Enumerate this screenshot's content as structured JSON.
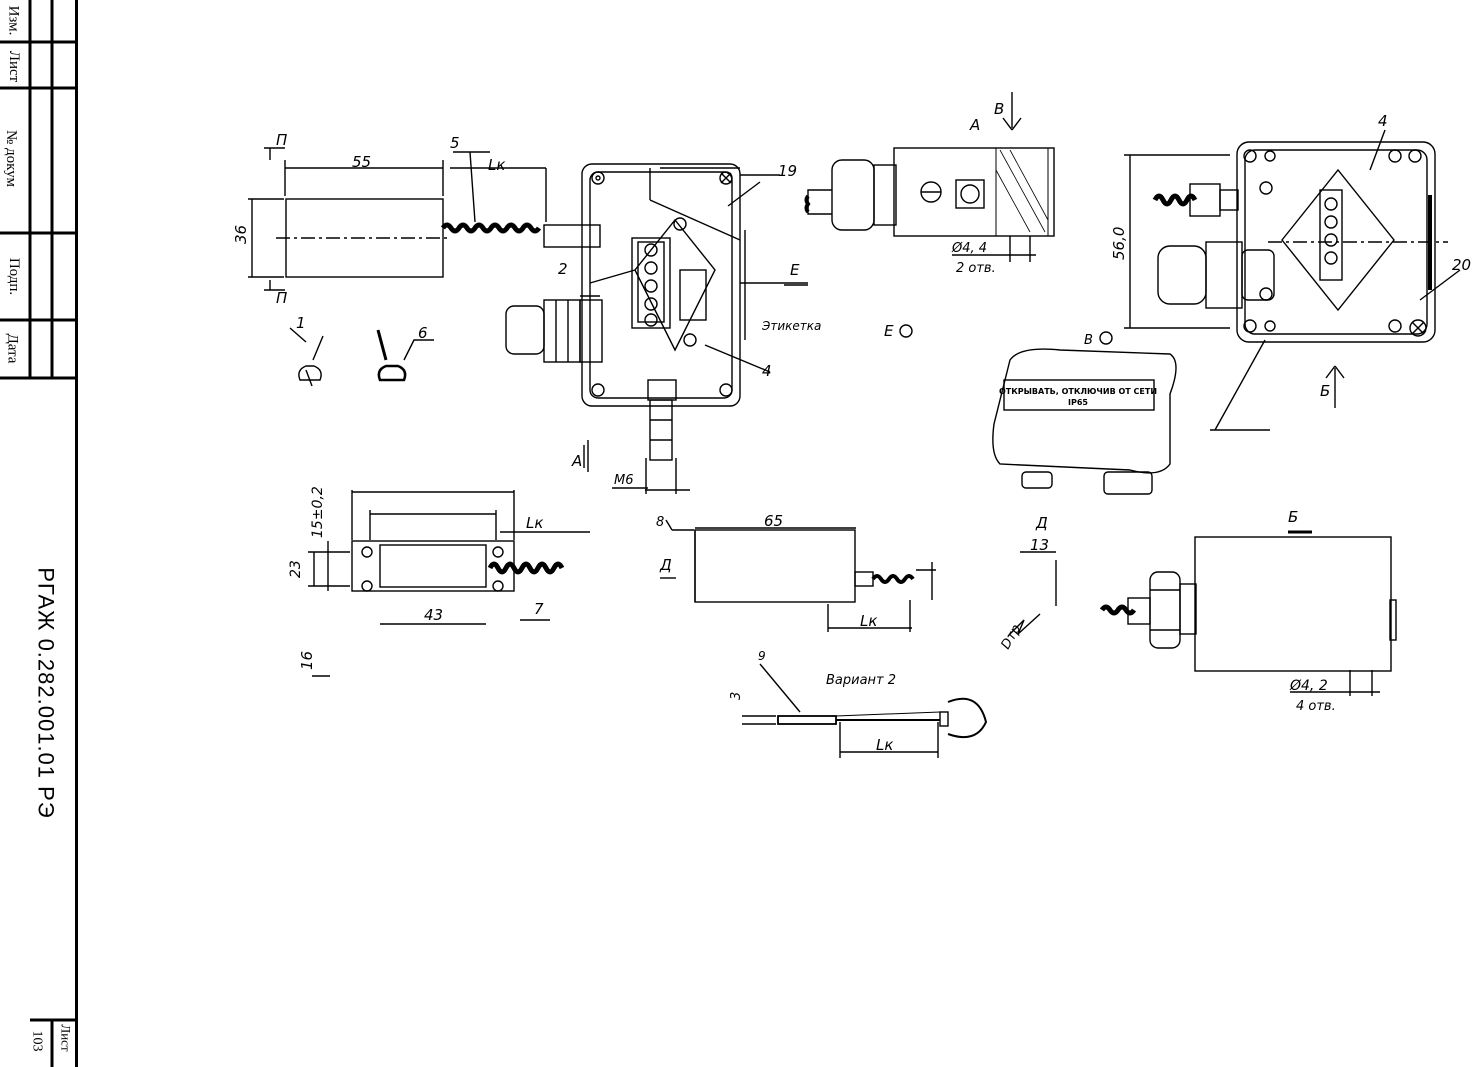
{
  "title_block": {
    "col_headers": [
      "Изм.",
      "Лист",
      "№ докум",
      "Подп.",
      "Дата"
    ],
    "document_code": "РГАЖ 0.282.001.01 РЭ",
    "sheet_label": "Лист",
    "sheet_number": "103"
  },
  "drawing": {
    "labels": {
      "view_p": "П",
      "dim_55": "55",
      "item_5": "5",
      "dim_lk": "Lк",
      "dim_36": "36",
      "item_19": "19",
      "view_a": "А",
      "view_b": "В",
      "item_4": "4",
      "item_2": "2",
      "view_e": "Е",
      "etiketka": "Этикетка",
      "item_1": "1",
      "item_6": "6",
      "item_20": "20",
      "dim_56": "56,0",
      "hole_44": "Ø4, 4",
      "holes_2": "2 отв.",
      "m6": "М6",
      "view_e_circle": "Е",
      "view_b_circle": "В",
      "view_bb": "Б",
      "plate_line1": "ОТКРЫВАТЬ, ОТКЛЮЧИВ ОТ СЕТИ",
      "plate_line2": "IP65",
      "dim_15": "15±0,2",
      "dim_23": "23",
      "dim_43": "43",
      "item_7": "7",
      "item_16": "16",
      "item_8": "8",
      "dim_65": "65",
      "view_d": "Д",
      "dim_13": "13",
      "dtr": "Dтр",
      "item_9": "9",
      "dim_3": "3",
      "variant": "Вариант 2",
      "hole_42": "Ø4, 2",
      "holes_4": "4 отв."
    }
  }
}
